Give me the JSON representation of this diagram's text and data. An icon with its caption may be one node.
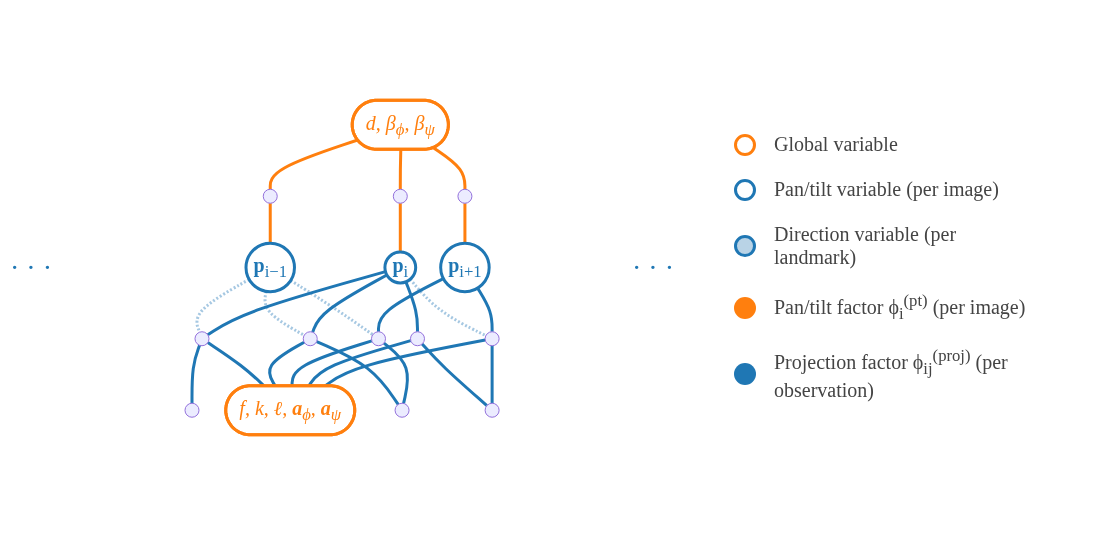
{
  "diagram": {
    "nodes": [
      {
        "text": [
          "d, β$_{ϕ}$, β$_{ψ}$"
        ]
      },
      {
        "text": [],
        "shape": "circle"
      },
      {
        "text": [],
        "shape": "circle"
      },
      {
        "text": [],
        "shape": "circle"
      },
      {
        "text": [
          "**p**$_{i−1}$"
        ]
      },
      {
        "text": [
          "**p**$_{i}$"
        ]
      },
      {
        "text": [
          "**p**$_{i+1}$"
        ]
      },
      {
        "text": [],
        "shape": "circle"
      },
      {
        "text": [],
        "shape": "circle"
      },
      {
        "text": [],
        "shape": "circle"
      },
      {
        "text": [],
        "shape": "circle"
      },
      {
        "text": [],
        "shape": "circle"
      },
      {
        "text": [],
        "shape": "circle"
      },
      {
        "text": [],
        "shape": "circle"
      },
      {
        "text": [],
        "shape": "circle"
      },
      {
        "text": [
          "f, k, ℓ, **a**$_{ϕ}$, **a**$_{ψ}$"
        ]
      }
    ],
    "edges": [
      {
        "from": 0,
        "to": 1,
        "arrow": "none",
        "color": "#ff7f0e"
      },
      {
        "from": 0,
        "to": 2,
        "arrow": "none",
        "color": "#ff7f0e"
      },
      {
        "from": 0,
        "to": 3,
        "arrow": "none",
        "color": "#ff7f0e"
      },
      {
        "from": 1,
        "to": 4,
        "arrow": "none",
        "color": "#ff7f0e"
      },
      {
        "from": 2,
        "to": 5,
        "arrow": "none",
        "color": "#ff7f0e"
      },
      {
        "from": 3,
        "to": 6,
        "arrow": "none",
        "color": "#ff7f0e"
      },
      {
        "from": 4,
        "to": 7,
        "arrow": "none",
        "style": "dashed",
        "color": "#a6c8e2"
      },
      {
        "from": 4,
        "to": 8,
        "arrow": "none",
        "style": "dashed",
        "color": "#a6c8e2"
      },
      {
        "from": 4,
        "to": 9,
        "arrow": "none",
        "style": "dashed",
        "color": "#a6c8e2"
      },
      {
        "from": 5,
        "to": 7,
        "arrow": "none"
      },
      {
        "from": 5,
        "to": 8,
        "arrow": "none"
      },
      {
        "from": 5,
        "to": 10,
        "arrow": "none"
      },
      {
        "from": 5,
        "to": 11,
        "arrow": "none",
        "style": "dashed",
        "color": "#a6c8e2"
      },
      {
        "from": 6,
        "to": 9,
        "arrow": "none"
      },
      {
        "from": 6,
        "to": 11,
        "arrow": "none"
      },
      {
        "from": 7,
        "to": 12,
        "arrow": "none"
      },
      {
        "from": 8,
        "to": 13,
        "arrow": "none"
      },
      {
        "from": 9,
        "to": 13,
        "arrow": "none"
      },
      {
        "from": 10,
        "to": 14,
        "arrow": "none"
      },
      {
        "from": 11,
        "to": 14,
        "arrow": "none"
      },
      {
        "from": 7,
        "to": 15,
        "arrow": "none"
      },
      {
        "from": 8,
        "to": 15,
        "arrow": "none"
      },
      {
        "from": 9,
        "to": 15,
        "arrow": "none"
      },
      {
        "from": 10,
        "to": 15,
        "arrow": "none"
      },
      {
        "from": 11,
        "to": 15,
        "arrow": "none"
      }
    ],
    "labels": [
      "· · ·",
      "· · ·"
    ],
    "legend": [
      {
        "text": "Global variable"
      },
      {
        "text": "Pan/tilt variable (per image)"
      },
      {
        "text": "Direction variable (per landmark)"
      },
      {
        "text": "Pan/tilt factor ϕ$_{i}$$^{(pt)}$ (per image)",
        "color": "#ff7f0e"
      },
      {
        "text": "Projection factor ϕ$_{ij}$$^{(proj)}$ (per observation)",
        "color": "#1f77b4"
      }
    ]
  }
}
